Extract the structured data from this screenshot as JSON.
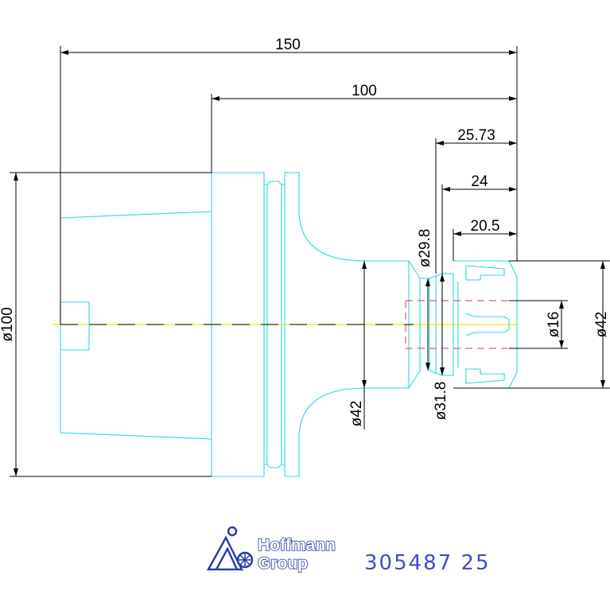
{
  "dimensions": {
    "overall_length": "150",
    "shank_length": "100",
    "d1": "25.73",
    "d2": "24",
    "d3": "20.5",
    "dia_flange": "ø100",
    "dia_neck_small": "ø29.8",
    "dia_neck": "ø42",
    "dia_ring": "ø31.8",
    "dia_bore": "ø16",
    "dia_nose": "ø42"
  },
  "brand": {
    "line1": "Hoffmann",
    "line2": "Group"
  },
  "part_number": "305487 25",
  "colors": {
    "outline": "#28d6e6",
    "dimension": "#000000",
    "bore": "#e23b3b",
    "centerline": "#f2e600",
    "brand": "#3f4fc2"
  }
}
